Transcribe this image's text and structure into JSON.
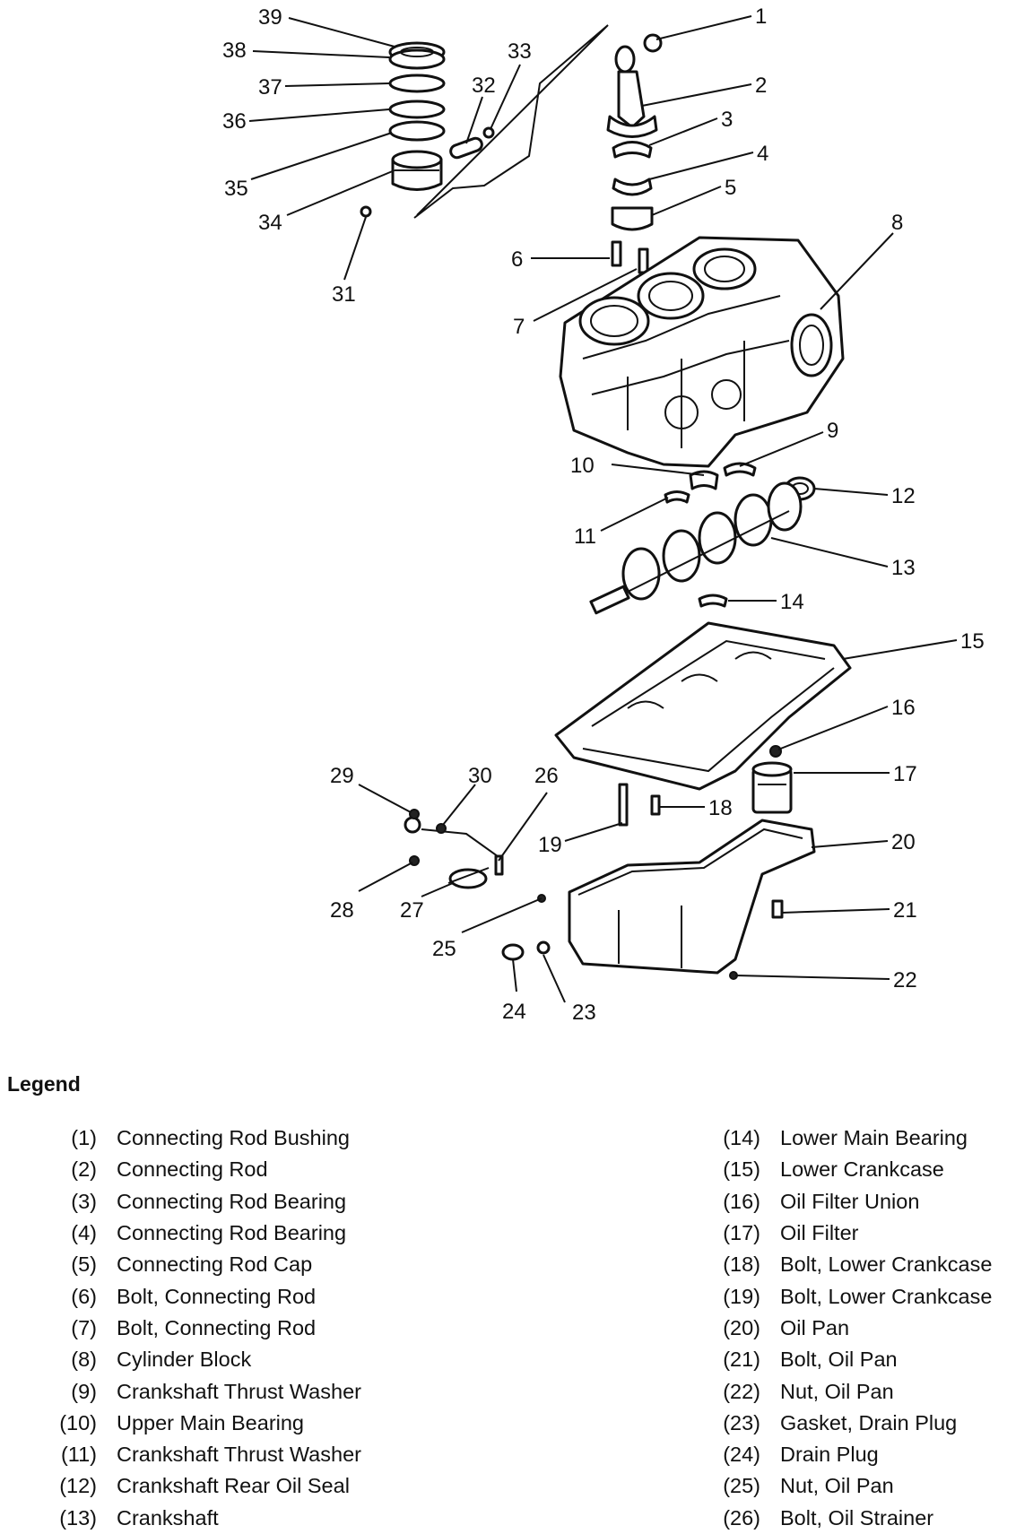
{
  "callouts": [
    {
      "n": "1"
    },
    {
      "n": "2"
    },
    {
      "n": "3"
    },
    {
      "n": "4"
    },
    {
      "n": "5"
    },
    {
      "n": "6"
    },
    {
      "n": "7"
    },
    {
      "n": "8"
    },
    {
      "n": "9"
    },
    {
      "n": "10"
    },
    {
      "n": "11"
    },
    {
      "n": "12"
    },
    {
      "n": "13"
    },
    {
      "n": "14"
    },
    {
      "n": "15"
    },
    {
      "n": "16"
    },
    {
      "n": "17"
    },
    {
      "n": "18"
    },
    {
      "n": "19"
    },
    {
      "n": "20"
    },
    {
      "n": "21"
    },
    {
      "n": "22"
    },
    {
      "n": "23"
    },
    {
      "n": "24"
    },
    {
      "n": "25"
    },
    {
      "n": "26"
    },
    {
      "n": "27"
    },
    {
      "n": "28"
    },
    {
      "n": "29"
    },
    {
      "n": "30"
    },
    {
      "n": "31"
    },
    {
      "n": "32"
    },
    {
      "n": "33"
    },
    {
      "n": "34"
    },
    {
      "n": "35"
    },
    {
      "n": "36"
    },
    {
      "n": "37"
    },
    {
      "n": "38"
    },
    {
      "n": "39"
    }
  ],
  "legend": {
    "title": "Legend",
    "left": [
      {
        "num": "(1)",
        "label": "Connecting Rod Bushing"
      },
      {
        "num": "(2)",
        "label": "Connecting Rod"
      },
      {
        "num": "(3)",
        "label": "Connecting Rod Bearing"
      },
      {
        "num": "(4)",
        "label": "Connecting Rod Bearing"
      },
      {
        "num": "(5)",
        "label": "Connecting Rod Cap"
      },
      {
        "num": "(6)",
        "label": "Bolt, Connecting Rod"
      },
      {
        "num": "(7)",
        "label": "Bolt, Connecting Rod"
      },
      {
        "num": "(8)",
        "label": "Cylinder Block"
      },
      {
        "num": "(9)",
        "label": "Crankshaft Thrust Washer"
      },
      {
        "num": "(10)",
        "label": "Upper Main Bearing"
      },
      {
        "num": "(11)",
        "label": "Crankshaft Thrust Washer"
      },
      {
        "num": "(12)",
        "label": "Crankshaft Rear Oil Seal"
      },
      {
        "num": "(13)",
        "label": "Crankshaft"
      }
    ],
    "right": [
      {
        "num": "(14)",
        "label": "Lower Main Bearing"
      },
      {
        "num": "(15)",
        "label": "Lower Crankcase"
      },
      {
        "num": "(16)",
        "label": "Oil Filter Union"
      },
      {
        "num": "(17)",
        "label": "Oil Filter"
      },
      {
        "num": "(18)",
        "label": "Bolt, Lower Crankcase"
      },
      {
        "num": "(19)",
        "label": "Bolt, Lower Crankcase"
      },
      {
        "num": "(20)",
        "label": "Oil Pan"
      },
      {
        "num": "(21)",
        "label": "Bolt, Oil Pan"
      },
      {
        "num": "(22)",
        "label": "Nut, Oil Pan"
      },
      {
        "num": "(23)",
        "label": "Gasket, Drain Plug"
      },
      {
        "num": "(24)",
        "label": "Drain Plug"
      },
      {
        "num": "(25)",
        "label": "Nut, Oil Pan"
      },
      {
        "num": "(26)",
        "label": "Bolt, Oil Strainer"
      }
    ]
  }
}
